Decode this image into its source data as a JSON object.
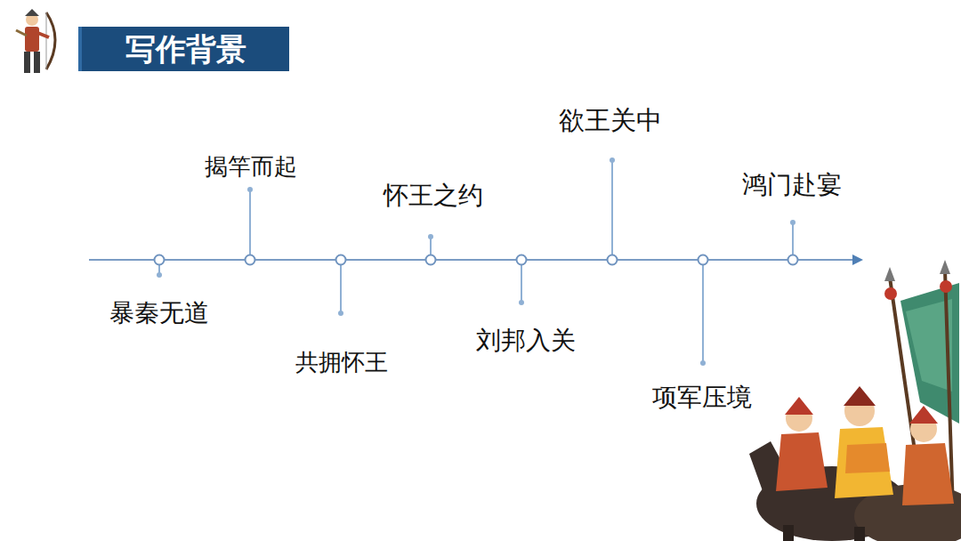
{
  "diagram": {
    "title": "写作背景",
    "labels": [
      "暴秦无道",
      "揭竿而起",
      "共拥怀王",
      "怀王之约",
      "刘邦入关",
      "欲王关中",
      "项军压境",
      "鸿门赴宴"
    ]
  }
}
